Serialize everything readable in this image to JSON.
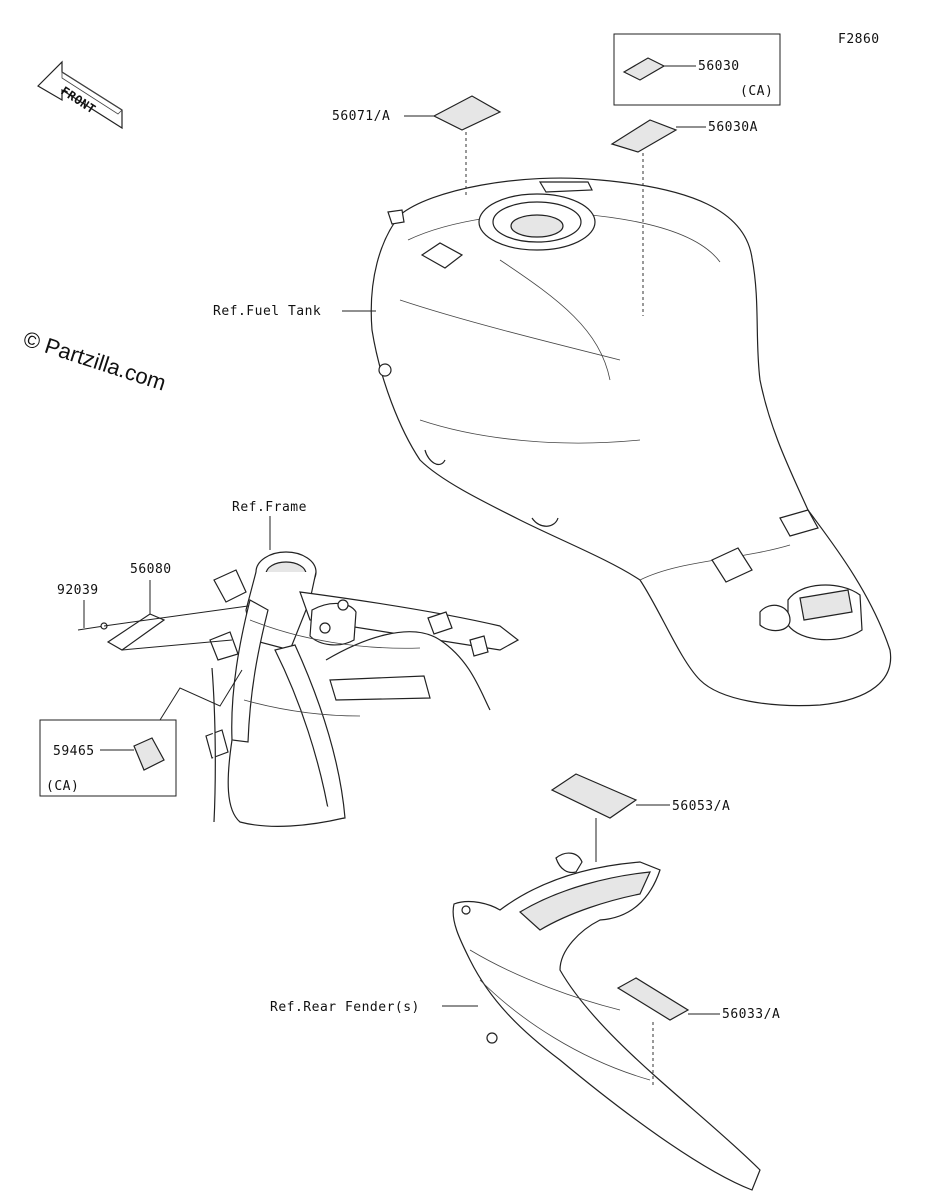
{
  "figure_code": "F2860",
  "watermark": "© Partzilla.com",
  "front_arrow_text": "FRONT",
  "labels": {
    "p56030": "56030",
    "p56030_ca": "(CA)",
    "p56030A": "56030A",
    "p56071A": "56071/A",
    "ref_fuel_tank": "Ref.Fuel Tank",
    "ref_frame": "Ref.Frame",
    "p56080": "56080",
    "p92039": "92039",
    "p59465": "59465",
    "p59465_ca": "(CA)",
    "p56053A": "56053/A",
    "ref_rear_fender": "Ref.Rear Fender(s)",
    "p56033A": "56033/A"
  }
}
